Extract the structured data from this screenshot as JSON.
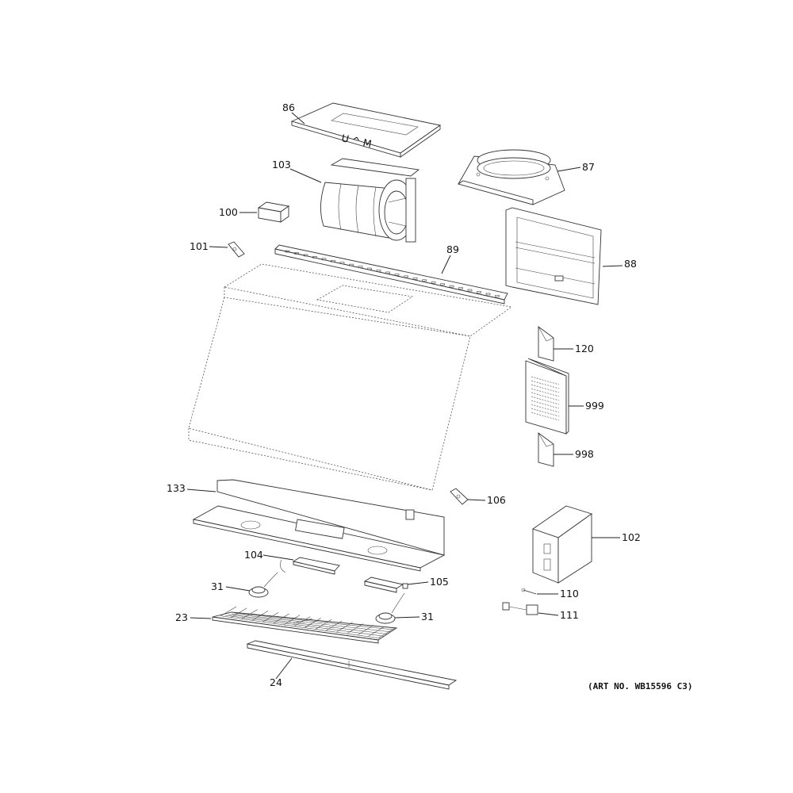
{
  "diagram": {
    "art_number": "(ART NO. WB15596 C3)",
    "callouts": {
      "p86": "86",
      "p87": "87",
      "p103": "103",
      "p100": "100",
      "p101": "101",
      "p89": "89",
      "p88": "88",
      "p120": "120",
      "p999": "999",
      "p998": "998",
      "p133": "133",
      "p106": "106",
      "p102": "102",
      "p104": "104",
      "p105": "105",
      "p31a": "31",
      "p31b": "31",
      "p23": "23",
      "p110": "110",
      "p111": "111",
      "p24": "24"
    },
    "vent_mark": "U ^ M"
  }
}
